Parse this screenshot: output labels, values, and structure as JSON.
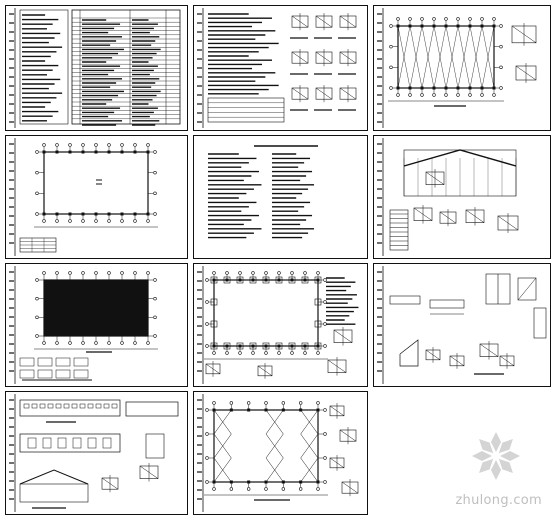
{
  "watermark": {
    "text": "zhulong.com"
  },
  "colors": {
    "ink": "#111111",
    "paper": "#ffffff",
    "watermark": "#bfbfbf"
  },
  "sheets": [
    {
      "id": "sheet-1",
      "kind": "table-cover"
    },
    {
      "id": "sheet-2",
      "kind": "notes-details"
    },
    {
      "id": "sheet-3",
      "kind": "plan-with-details"
    },
    {
      "id": "sheet-4",
      "kind": "column-layout-plan"
    },
    {
      "id": "sheet-5",
      "kind": "text-notes"
    },
    {
      "id": "sheet-6",
      "kind": "section-details"
    },
    {
      "id": "sheet-7",
      "kind": "filled-plan"
    },
    {
      "id": "sheet-8",
      "kind": "foundation-plan"
    },
    {
      "id": "sheet-9",
      "kind": "node-details"
    },
    {
      "id": "sheet-10",
      "kind": "elevations"
    },
    {
      "id": "sheet-11",
      "kind": "roof-bracing-plan"
    }
  ]
}
